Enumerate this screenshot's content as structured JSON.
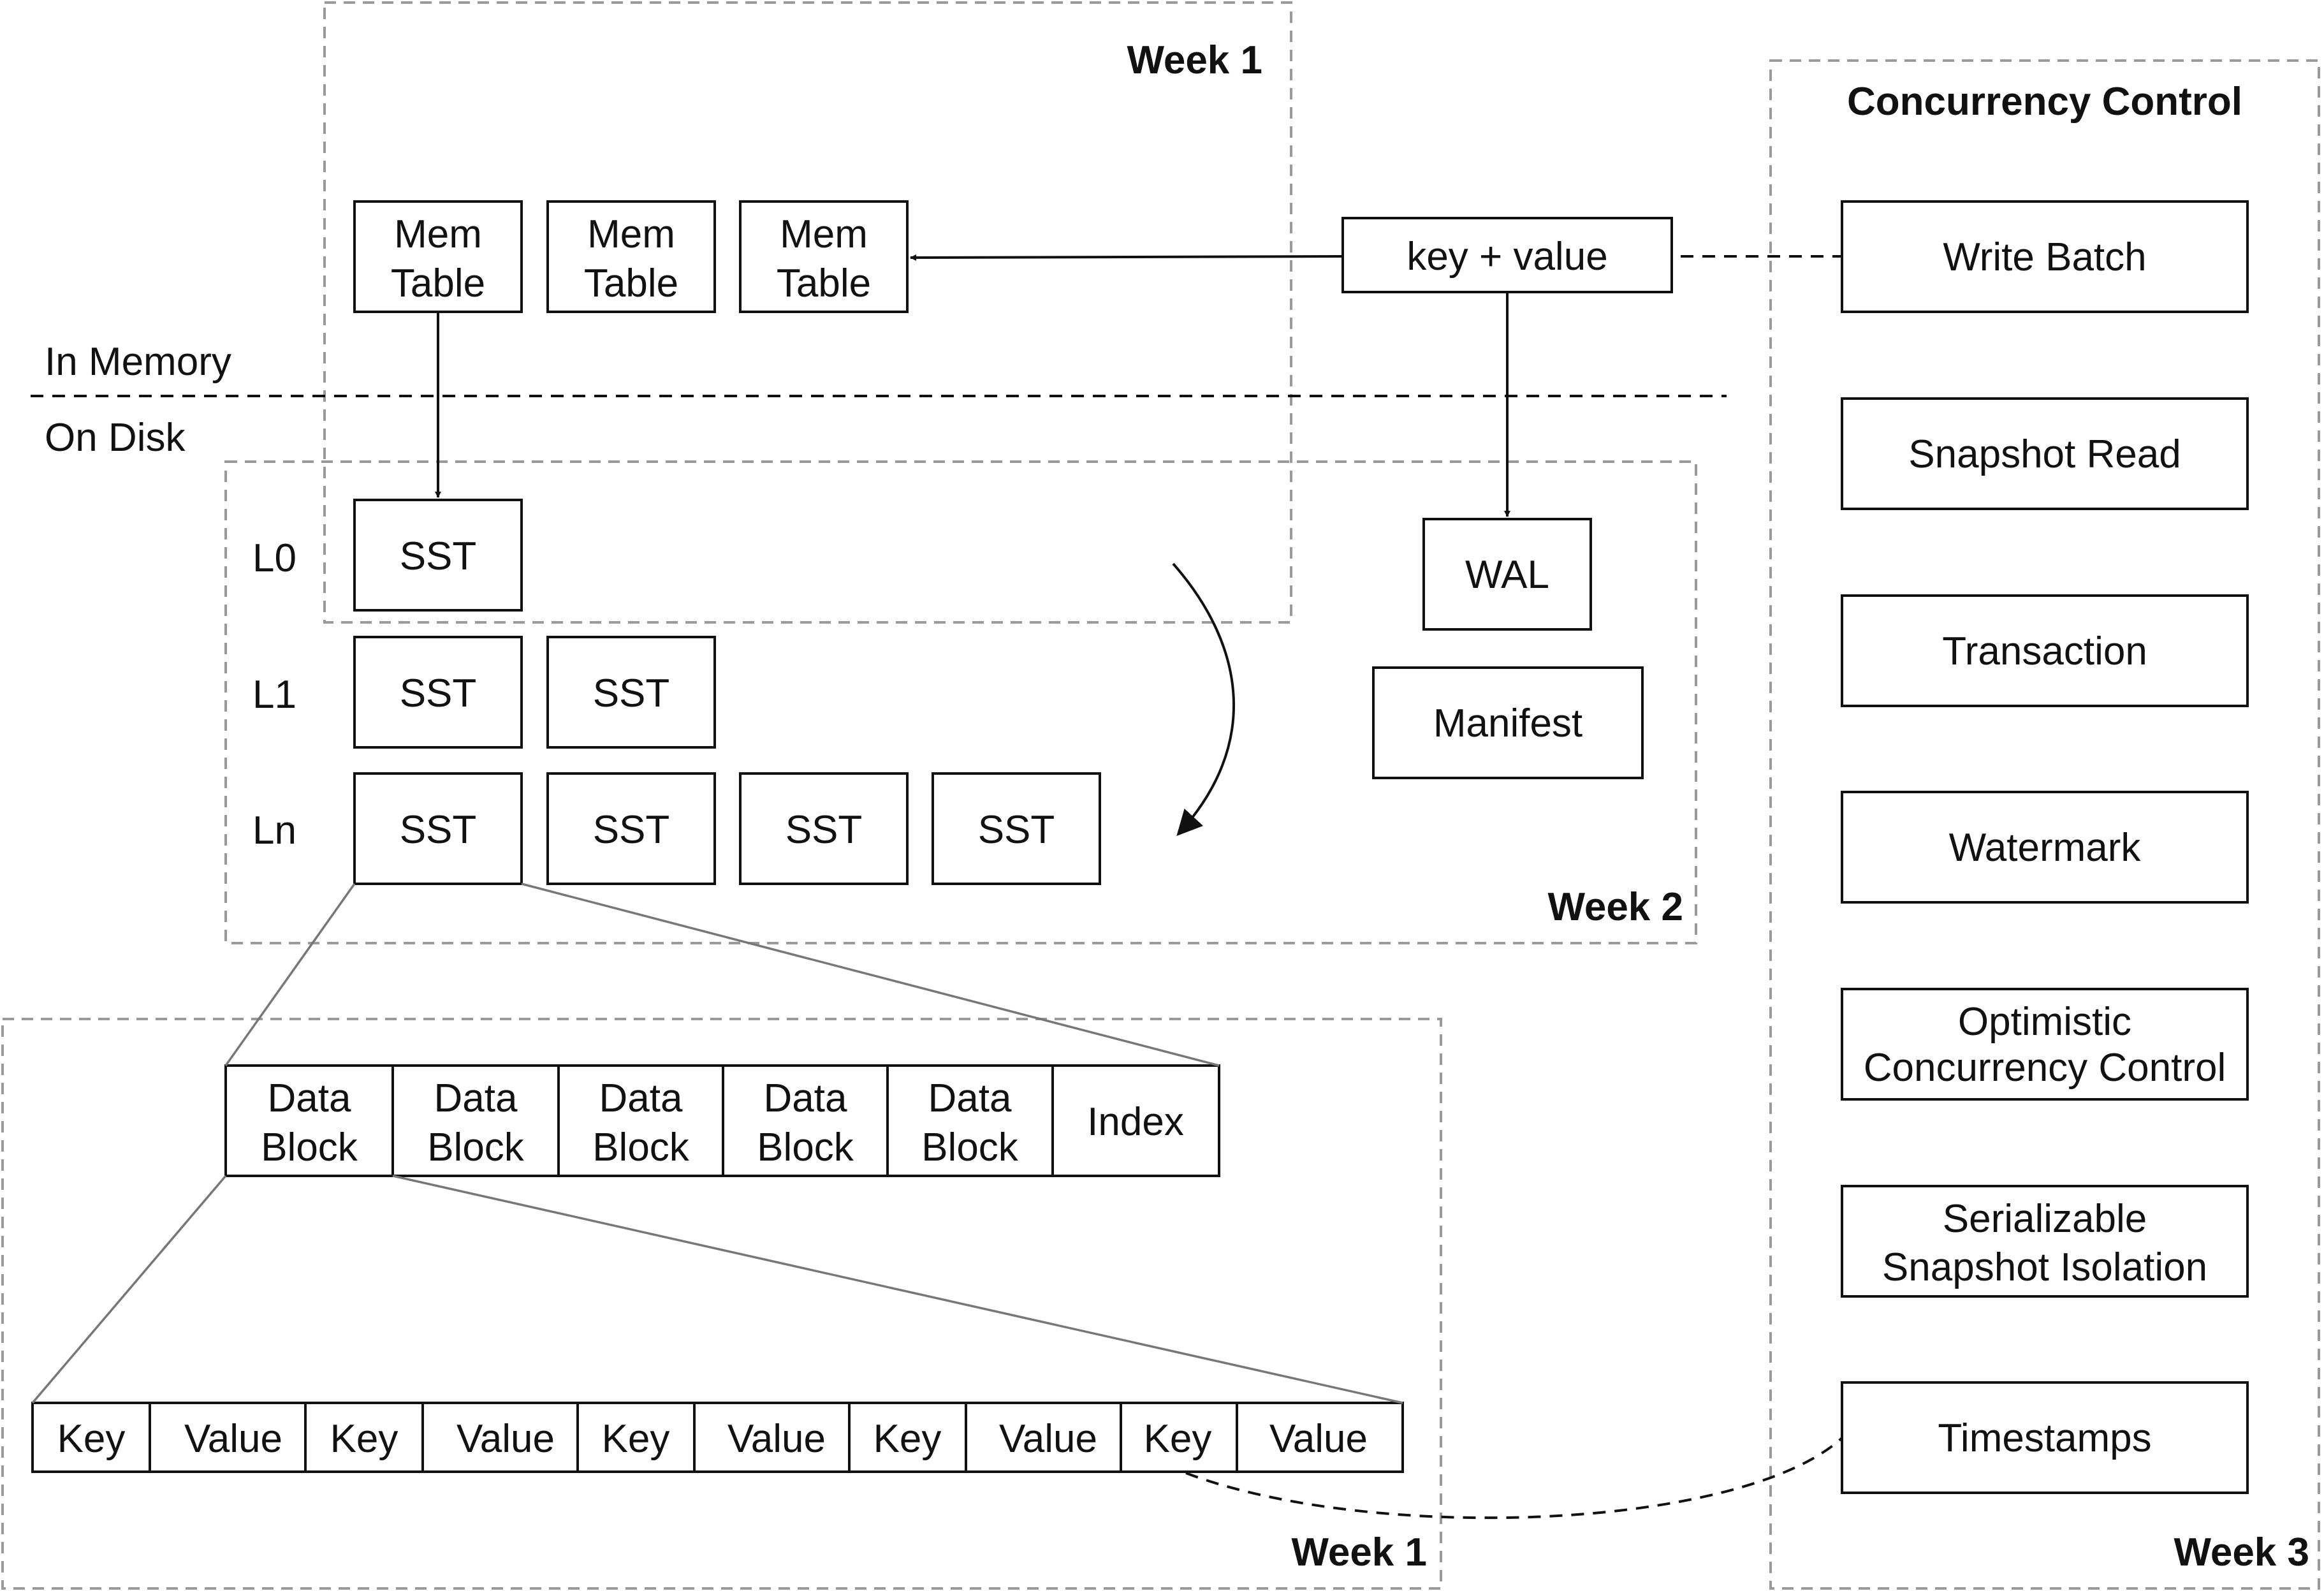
{
  "frames": {
    "week1_top": "Week 1",
    "week2": "Week 2",
    "week1_bottom": "Week 1",
    "week3": "Week 3",
    "concurrency_title": "Concurrency Control"
  },
  "regions": {
    "in_memory": "In Memory",
    "on_disk": "On Disk"
  },
  "memtables": [
    {
      "line1": "Mem",
      "line2": "Table"
    },
    {
      "line1": "Mem",
      "line2": "Table"
    },
    {
      "line1": "Mem",
      "line2": "Table"
    }
  ],
  "input": "key + value",
  "wal": "WAL",
  "manifest": "Manifest",
  "levels": [
    {
      "label": "L0",
      "ssts": [
        "SST"
      ]
    },
    {
      "label": "L1",
      "ssts": [
        "SST",
        "SST"
      ]
    },
    {
      "label": "Ln",
      "ssts": [
        "SST",
        "SST",
        "SST",
        "SST"
      ]
    }
  ],
  "blocks": [
    {
      "line1": "Data",
      "line2": "Block"
    },
    {
      "line1": "Data",
      "line2": "Block"
    },
    {
      "line1": "Data",
      "line2": "Block"
    },
    {
      "line1": "Data",
      "line2": "Block"
    },
    {
      "line1": "Data",
      "line2": "Block"
    },
    {
      "line1": "Index",
      "line2": ""
    }
  ],
  "kv_cells": [
    "Key",
    "Value",
    "Key",
    "Value",
    "Key",
    "Value",
    "Key",
    "Value",
    "Key",
    "Value"
  ],
  "concurrency": [
    {
      "line1": "Write Batch",
      "line2": ""
    },
    {
      "line1": "Snapshot Read",
      "line2": ""
    },
    {
      "line1": "Transaction",
      "line2": ""
    },
    {
      "line1": "Watermark",
      "line2": ""
    },
    {
      "line1": "Optimistic",
      "line2": "Concurrency Control"
    },
    {
      "line1": "Serializable",
      "line2": "Snapshot Isolation"
    },
    {
      "line1": "Timestamps",
      "line2": ""
    }
  ]
}
